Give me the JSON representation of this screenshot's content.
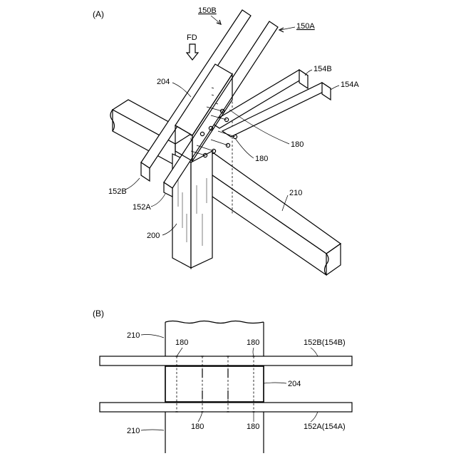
{
  "panel_a": {
    "label": "(A)",
    "fd_label": "FD",
    "labels": {
      "r150B": "150B",
      "r150A": "150A",
      "r154B": "154B",
      "r154A": "154A",
      "r204": "204",
      "r180a": "180",
      "r180b": "180",
      "r152B": "152B",
      "r152A": "152A",
      "r210": "210",
      "r200": "200"
    }
  },
  "panel_b": {
    "label": "(B)",
    "labels": {
      "r210_top": "210",
      "r180_tl": "180",
      "r180_tr": "180",
      "r152B_154B": "152B(154B)",
      "r204": "204",
      "r210_bot": "210",
      "r180_bl": "180",
      "r180_br": "180",
      "r152A_154A": "152A(154A)"
    }
  }
}
